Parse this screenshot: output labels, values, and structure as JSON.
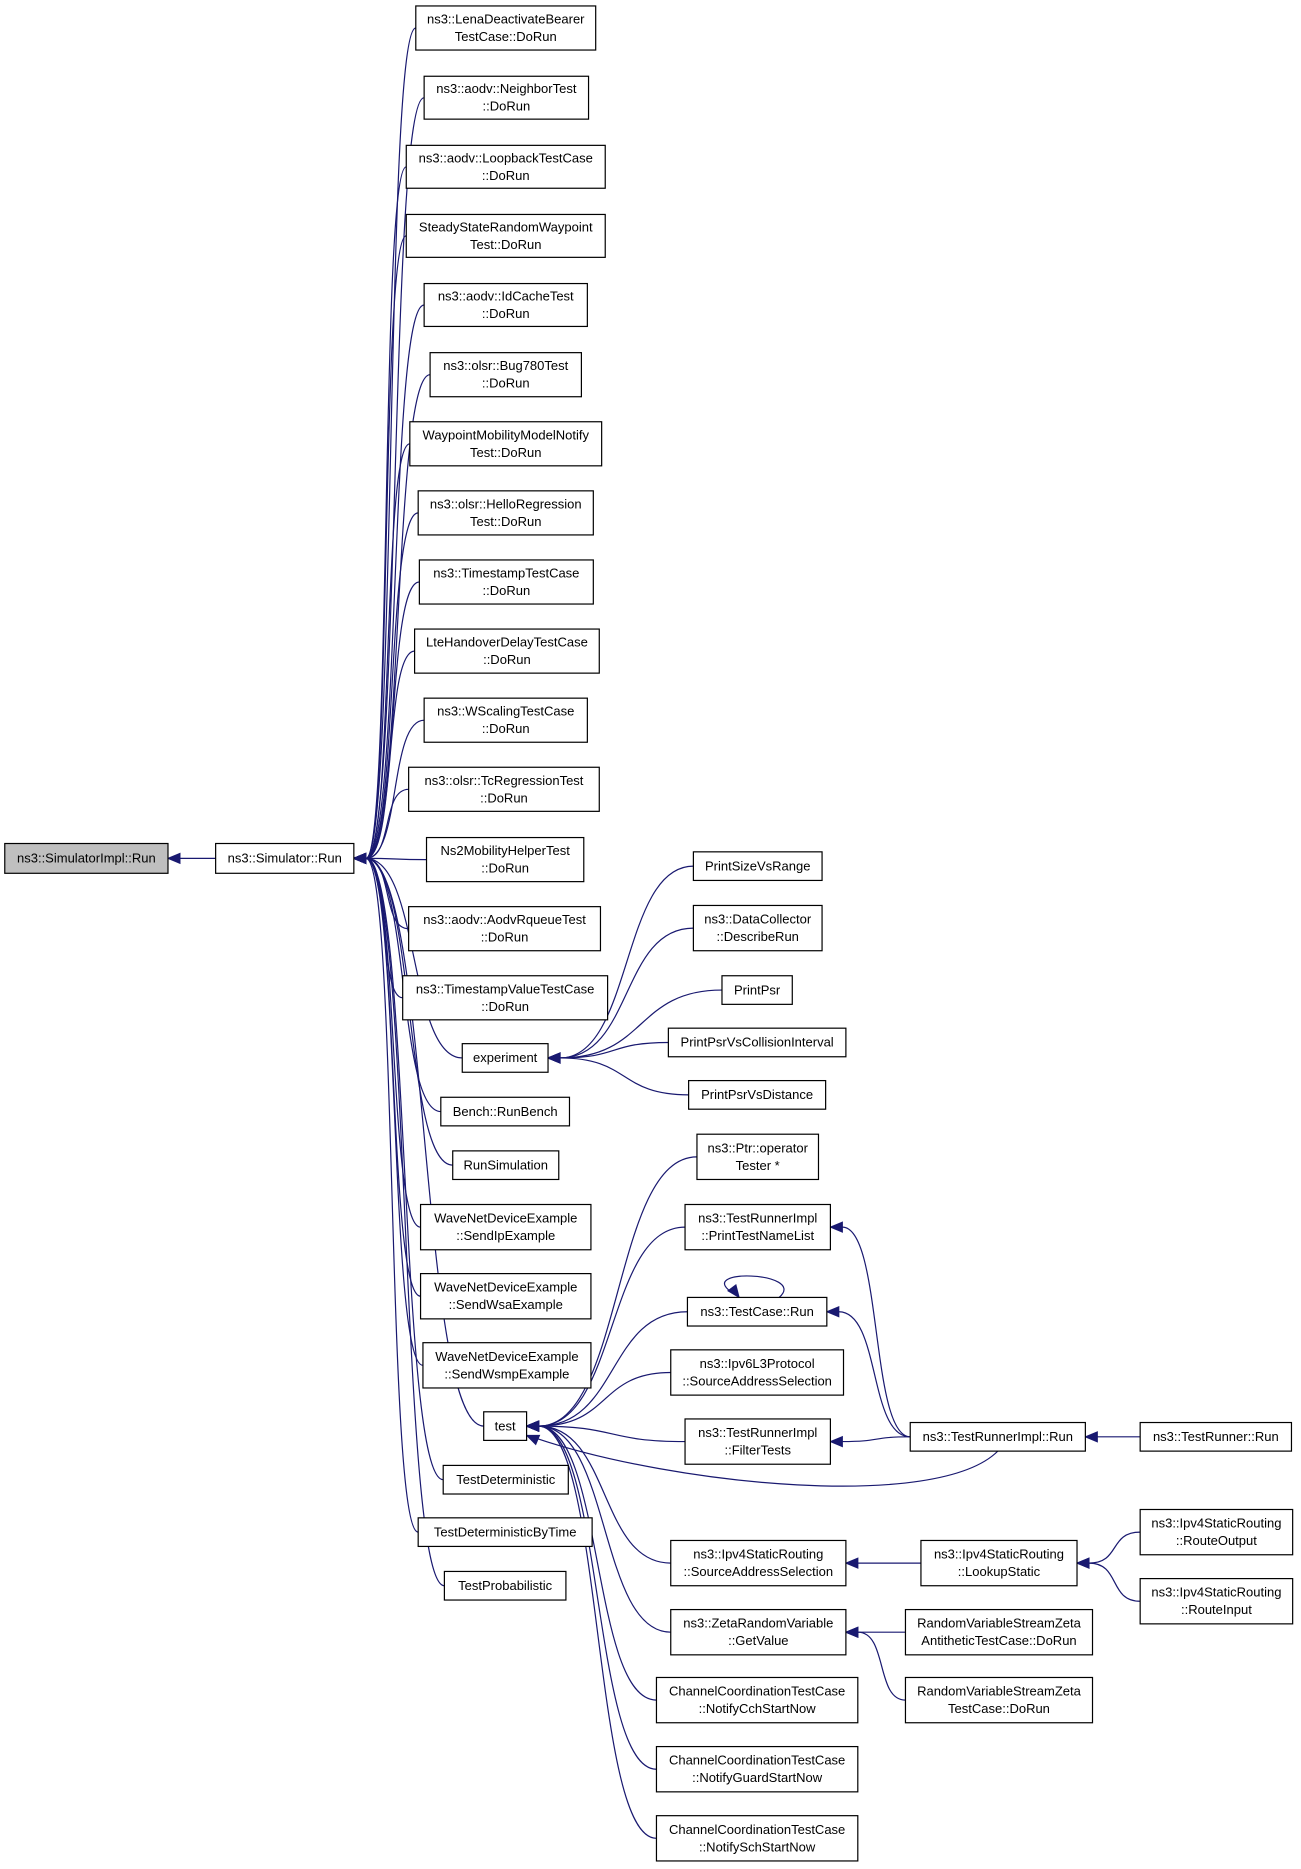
{
  "diagram": {
    "nodes": [
      {
        "id": "root",
        "lines": [
          "ns3::SimulatorImpl::Run"
        ]
      },
      {
        "id": "sim",
        "lines": [
          "ns3::Simulator::Run"
        ]
      },
      {
        "id": "lena",
        "lines": [
          "ns3::LenaDeactivateBearer",
          "TestCase::DoRun"
        ]
      },
      {
        "id": "neighbor",
        "lines": [
          "ns3::aodv::NeighborTest",
          "::DoRun"
        ]
      },
      {
        "id": "loopback",
        "lines": [
          "ns3::aodv::LoopbackTestCase",
          "::DoRun"
        ]
      },
      {
        "id": "steady",
        "lines": [
          "SteadyStateRandomWaypoint",
          "Test::DoRun"
        ]
      },
      {
        "id": "idcache",
        "lines": [
          "ns3::aodv::IdCacheTest",
          "::DoRun"
        ]
      },
      {
        "id": "bug780",
        "lines": [
          "ns3::olsr::Bug780Test",
          "::DoRun"
        ]
      },
      {
        "id": "waypoint",
        "lines": [
          "WaypointMobilityModelNotify",
          "Test::DoRun"
        ]
      },
      {
        "id": "hello",
        "lines": [
          "ns3::olsr::HelloRegression",
          "Test::DoRun"
        ]
      },
      {
        "id": "timestamp",
        "lines": [
          "ns3::TimestampTestCase",
          "::DoRun"
        ]
      },
      {
        "id": "ltehandover",
        "lines": [
          "LteHandoverDelayTestCase",
          "::DoRun"
        ]
      },
      {
        "id": "wscaling",
        "lines": [
          "ns3::WScalingTestCase",
          "::DoRun"
        ]
      },
      {
        "id": "tcreg",
        "lines": [
          "ns3::olsr::TcRegressionTest",
          "::DoRun"
        ]
      },
      {
        "id": "ns2mob",
        "lines": [
          "Ns2MobilityHelperTest",
          "::DoRun"
        ]
      },
      {
        "id": "rqueue",
        "lines": [
          "ns3::aodv::AodvRqueueTest",
          "::DoRun"
        ]
      },
      {
        "id": "tsvalue",
        "lines": [
          "ns3::TimestampValueTestCase",
          "::DoRun"
        ]
      },
      {
        "id": "experiment",
        "lines": [
          "experiment"
        ]
      },
      {
        "id": "bench",
        "lines": [
          "Bench::RunBench"
        ]
      },
      {
        "id": "runsim",
        "lines": [
          "RunSimulation"
        ]
      },
      {
        "id": "sendip",
        "lines": [
          "WaveNetDeviceExample",
          "::SendIpExample"
        ]
      },
      {
        "id": "sendwsa",
        "lines": [
          "WaveNetDeviceExample",
          "::SendWsaExample"
        ]
      },
      {
        "id": "sendwsmp",
        "lines": [
          "WaveNetDeviceExample",
          "::SendWsmpExample"
        ]
      },
      {
        "id": "test",
        "lines": [
          "test"
        ]
      },
      {
        "id": "testdet",
        "lines": [
          "TestDeterministic"
        ]
      },
      {
        "id": "testdetbytime",
        "lines": [
          "TestDeterministicByTime"
        ]
      },
      {
        "id": "testprob",
        "lines": [
          "TestProbabilistic"
        ]
      },
      {
        "id": "printsize",
        "lines": [
          "PrintSizeVsRange"
        ]
      },
      {
        "id": "datacollector",
        "lines": [
          "ns3::DataCollector",
          "::DescribeRun"
        ]
      },
      {
        "id": "printpsr",
        "lines": [
          "PrintPsr"
        ]
      },
      {
        "id": "printcoll",
        "lines": [
          "PrintPsrVsCollisionInterval"
        ]
      },
      {
        "id": "printdist",
        "lines": [
          "PrintPsrVsDistance"
        ]
      },
      {
        "id": "ptrop",
        "lines": [
          "ns3::Ptr::operator",
          "Tester *"
        ]
      },
      {
        "id": "printtestname",
        "lines": [
          "ns3::TestRunnerImpl",
          "::PrintTestNameList"
        ]
      },
      {
        "id": "testcaserun",
        "lines": [
          "ns3::TestCase::Run"
        ]
      },
      {
        "id": "ipv6l3",
        "lines": [
          "ns3::Ipv6L3Protocol",
          "::SourceAddressSelection"
        ]
      },
      {
        "id": "filtertests",
        "lines": [
          "ns3::TestRunnerImpl",
          "::FilterTests"
        ]
      },
      {
        "id": "ipv4src",
        "lines": [
          "ns3::Ipv4StaticRouting",
          "::SourceAddressSelection"
        ]
      },
      {
        "id": "zeta",
        "lines": [
          "ns3::ZetaRandomVariable",
          "::GetValue"
        ]
      },
      {
        "id": "chcch",
        "lines": [
          "ChannelCoordinationTestCase",
          "::NotifyCchStartNow"
        ]
      },
      {
        "id": "chguard",
        "lines": [
          "ChannelCoordinationTestCase",
          "::NotifyGuardStartNow"
        ]
      },
      {
        "id": "chsch",
        "lines": [
          "ChannelCoordinationTestCase",
          "::NotifySchStartNow"
        ]
      },
      {
        "id": "runnerimplrun",
        "lines": [
          "ns3::TestRunnerImpl::Run"
        ]
      },
      {
        "id": "lookup",
        "lines": [
          "ns3::Ipv4StaticRouting",
          "::LookupStatic"
        ]
      },
      {
        "id": "zetaanti",
        "lines": [
          "RandomVariableStreamZeta",
          "AntitheticTestCase::DoRun"
        ]
      },
      {
        "id": "zetatc",
        "lines": [
          "RandomVariableStreamZeta",
          "TestCase::DoRun"
        ]
      },
      {
        "id": "testrunnerrun",
        "lines": [
          "ns3::TestRunner::Run"
        ]
      },
      {
        "id": "routeoutput",
        "lines": [
          "ns3::Ipv4StaticRouting",
          "::RouteOutput"
        ]
      },
      {
        "id": "routeinput",
        "lines": [
          "ns3::Ipv4StaticRouting",
          "::RouteInput"
        ]
      }
    ],
    "edges": [
      {
        "from": "sim",
        "to": "root"
      },
      {
        "from": "lena",
        "to": "sim"
      },
      {
        "from": "neighbor",
        "to": "sim"
      },
      {
        "from": "loopback",
        "to": "sim"
      },
      {
        "from": "steady",
        "to": "sim"
      },
      {
        "from": "idcache",
        "to": "sim"
      },
      {
        "from": "bug780",
        "to": "sim"
      },
      {
        "from": "waypoint",
        "to": "sim"
      },
      {
        "from": "hello",
        "to": "sim"
      },
      {
        "from": "timestamp",
        "to": "sim"
      },
      {
        "from": "ltehandover",
        "to": "sim"
      },
      {
        "from": "wscaling",
        "to": "sim"
      },
      {
        "from": "tcreg",
        "to": "sim"
      },
      {
        "from": "ns2mob",
        "to": "sim"
      },
      {
        "from": "rqueue",
        "to": "sim"
      },
      {
        "from": "tsvalue",
        "to": "sim"
      },
      {
        "from": "experiment",
        "to": "sim"
      },
      {
        "from": "bench",
        "to": "sim"
      },
      {
        "from": "runsim",
        "to": "sim"
      },
      {
        "from": "sendip",
        "to": "sim"
      },
      {
        "from": "sendwsa",
        "to": "sim"
      },
      {
        "from": "sendwsmp",
        "to": "sim"
      },
      {
        "from": "test",
        "to": "sim"
      },
      {
        "from": "testdet",
        "to": "sim"
      },
      {
        "from": "testdetbytime",
        "to": "sim"
      },
      {
        "from": "testprob",
        "to": "sim"
      },
      {
        "from": "printsize",
        "to": "experiment"
      },
      {
        "from": "datacollector",
        "to": "experiment"
      },
      {
        "from": "printpsr",
        "to": "experiment"
      },
      {
        "from": "printcoll",
        "to": "experiment"
      },
      {
        "from": "printdist",
        "to": "experiment"
      },
      {
        "from": "ptrop",
        "to": "test"
      },
      {
        "from": "printtestname",
        "to": "test"
      },
      {
        "from": "testcaserun",
        "to": "test"
      },
      {
        "from": "ipv6l3",
        "to": "test"
      },
      {
        "from": "filtertests",
        "to": "test"
      },
      {
        "from": "runnerimplrun",
        "to": "test"
      },
      {
        "from": "ipv4src",
        "to": "test"
      },
      {
        "from": "zeta",
        "to": "test"
      },
      {
        "from": "chcch",
        "to": "test"
      },
      {
        "from": "chguard",
        "to": "test"
      },
      {
        "from": "chsch",
        "to": "test"
      },
      {
        "from": "testcaserun",
        "to": "testcaserun"
      },
      {
        "from": "runnerimplrun",
        "to": "printtestname"
      },
      {
        "from": "runnerimplrun",
        "to": "testcaserun"
      },
      {
        "from": "runnerimplrun",
        "to": "filtertests"
      },
      {
        "from": "testrunnerrun",
        "to": "runnerimplrun"
      },
      {
        "from": "lookup",
        "to": "ipv4src"
      },
      {
        "from": "routeoutput",
        "to": "lookup"
      },
      {
        "from": "routeinput",
        "to": "lookup"
      },
      {
        "from": "zetaanti",
        "to": "zeta"
      },
      {
        "from": "zetatc",
        "to": "zeta"
      }
    ]
  },
  "colors": {
    "edge": "#191970",
    "root_fill": "#bfbfbf",
    "node_fill": "#ffffff",
    "node_border": "#000000"
  }
}
